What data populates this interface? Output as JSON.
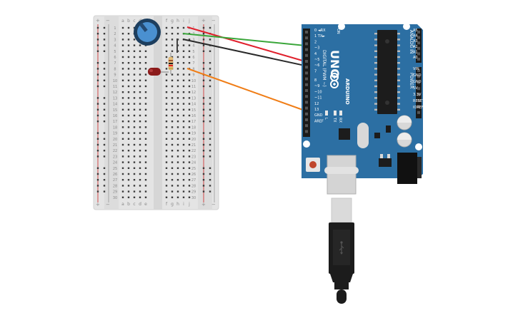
{
  "breadboard": {
    "column_labels_left": [
      "a",
      "b",
      "c",
      "d",
      "e"
    ],
    "column_labels_right": [
      "f",
      "g",
      "h",
      "i",
      "j"
    ],
    "rail_plus": "+",
    "rail_minus": "−",
    "row_count": 30
  },
  "arduino": {
    "model": "UNO",
    "brand": "ARDUINO",
    "on_label": "ON",
    "digital_label": "DIGITAL (PWM ~)",
    "analog_label": "ANALOG IN",
    "power_label": "POWER",
    "tx_label": "TX",
    "rx_label": "RX",
    "l_label": "L",
    "header_top_pins": [
      "0 ◄RX",
      "1 TX►",
      "2",
      "~3",
      "4",
      "~5",
      "~6",
      "7"
    ],
    "header_bottom_pins": [
      "8",
      "~9",
      "~10",
      "~11",
      "12",
      "13",
      "GND",
      "AREF"
    ],
    "analog_pins": [
      "A5",
      "A4",
      "A3",
      "A2",
      "A1",
      "A0"
    ],
    "power_pins": [
      "VIN",
      "GND",
      "GND",
      "5V",
      "3.3V",
      "RESET",
      "IOREF"
    ]
  },
  "colors": {
    "board_blue": "#2c6fa3",
    "wire_red": "#e0202c",
    "wire_green": "#3aa63a",
    "wire_black": "#2a2a2a",
    "wire_orange": "#f07d16",
    "led_red": "#8b1a1a",
    "pot_blue": "#4a90d0"
  },
  "components": {
    "potentiometer": "potentiometer-icon",
    "led": "led-icon",
    "resistor": "resistor-icon",
    "usb": "usb-cable-icon"
  }
}
